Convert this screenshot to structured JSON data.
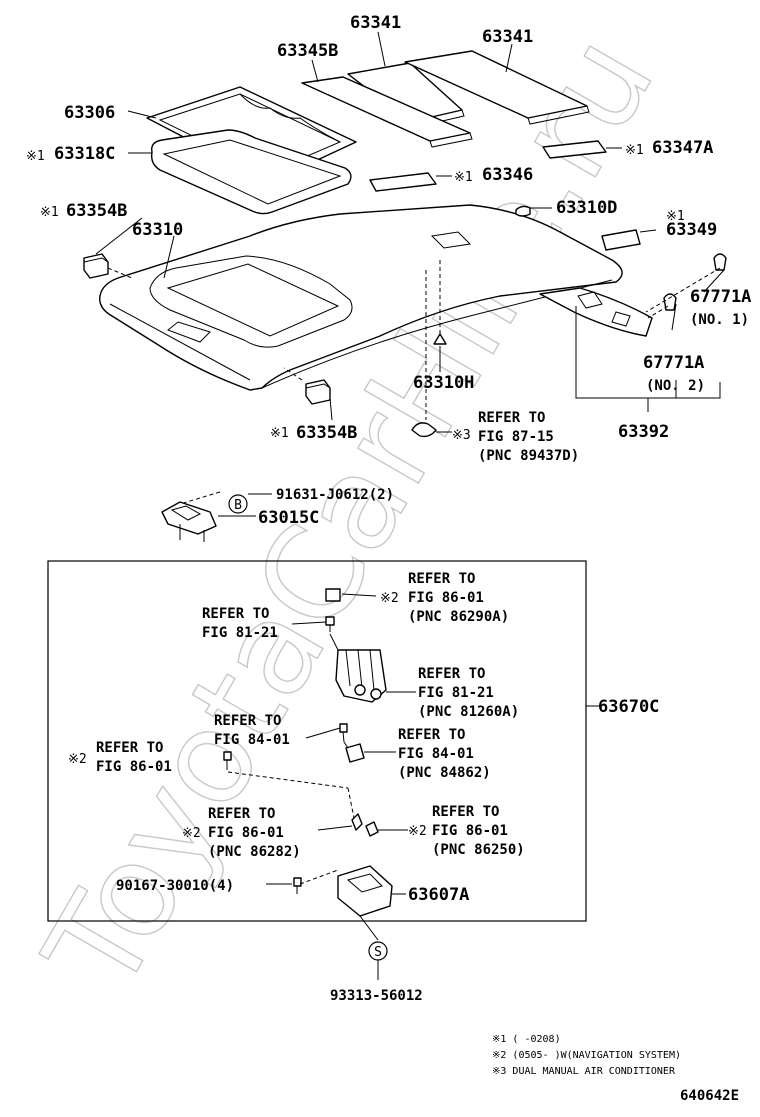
{
  "watermark": "ToyotaCarHire.ru",
  "labels": {
    "p63341_a": "63341",
    "p63341_b": "63341",
    "p63345b": "63345B",
    "p63306": "63306",
    "p63318c": "63318C",
    "p63347a": "63347A",
    "p63346": "63346",
    "p63354b_top": "63354B",
    "p63310": "63310",
    "p63310d": "63310D",
    "p63349": "63349",
    "p67771a_1": "67771A",
    "no1": "(NO. 1)",
    "p67771a_2": "67771A",
    "no2": "(NO. 2)",
    "p63310h": "63310H",
    "p63354b_bot": "63354B",
    "p63392": "63392",
    "p91631": "91631-J0612(2)",
    "p63015c": "63015C",
    "p63670c": "63670C",
    "p90167": "90167-30010(4)",
    "p63607a": "63607A",
    "p93313": "93313-56012",
    "diagram_id": "640642E"
  },
  "marks": {
    "m1": "※1",
    "m2": "※2",
    "m3": "※3",
    "b": "B",
    "s": "S"
  },
  "refs": {
    "r8715": [
      "REFER TO",
      "FIG 87-15",
      "(PNC 89437D)"
    ],
    "r86290": [
      "REFER TO",
      "FIG  86-01",
      "(PNC 86290A)"
    ],
    "r8121a": [
      "REFER TO",
      "FIG  81-21"
    ],
    "r81260": [
      "REFER TO",
      "FIG  81-21",
      "(PNC 81260A)"
    ],
    "r8401a": [
      "REFER TO",
      "FIG  84-01"
    ],
    "r84862": [
      "REFER TO",
      "FIG  84-01",
      "(PNC 84862)"
    ],
    "r8601a": [
      "REFER TO",
      "FIG  86-01"
    ],
    "r86282": [
      "REFER TO",
      "FIG  86-01",
      "(PNC 86282)"
    ],
    "r86250": [
      "REFER TO",
      "FIG  86-01",
      "(PNC 86250)"
    ]
  },
  "notes": [
    "※1 (    -0208)",
    "※2 (0505-    )W(NAVIGATION SYSTEM)",
    "※3 DUAL MANUAL AIR CONDITIONER"
  ]
}
